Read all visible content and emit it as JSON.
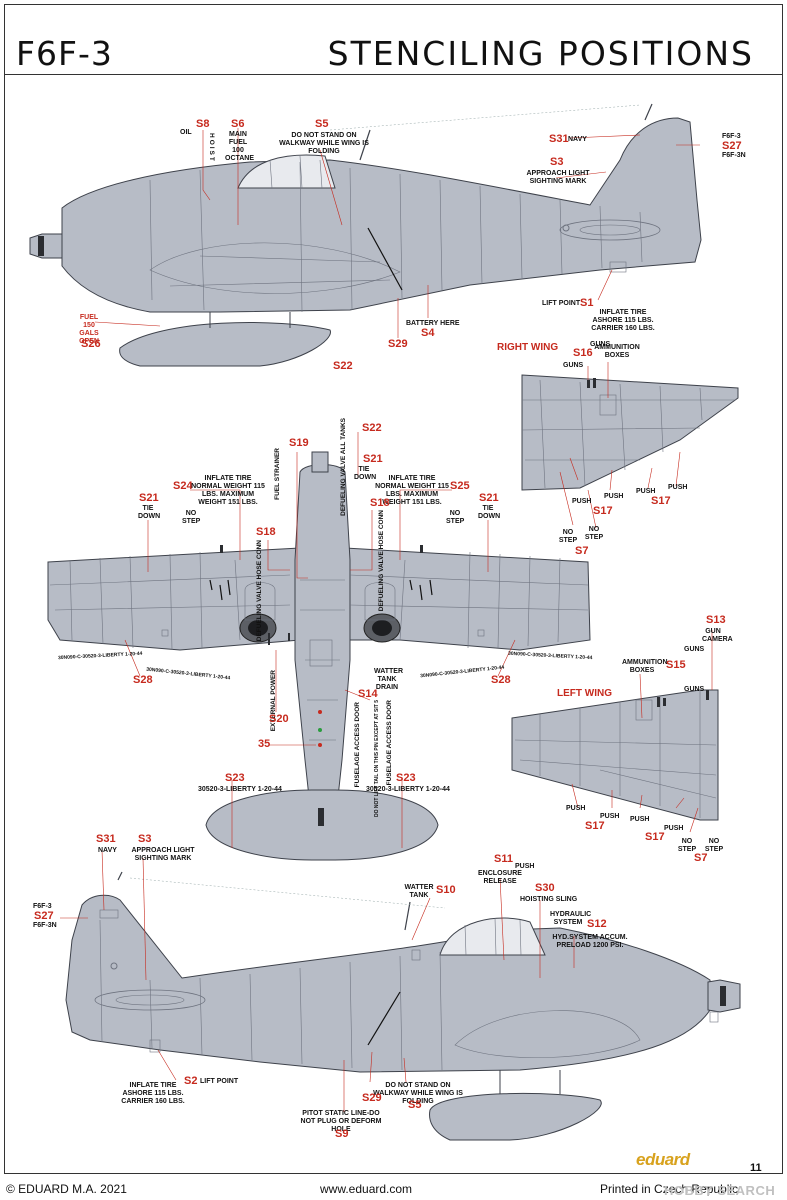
{
  "header": {
    "model": "F6F-3",
    "title": "STENCILING POSITIONS"
  },
  "footer": {
    "copyright": "© EDUARD M.A. 2021",
    "website": "www.eduard.com",
    "printed": "Printed in Czech Republic",
    "page": "11",
    "brand": "eduard",
    "watermark": "HOBBY SEARCH"
  },
  "sections": {
    "right_wing": "RIGHT WING",
    "left_wing": "LEFT WING"
  },
  "colors": {
    "aircraft_gray": "#b7bcc6",
    "panel_line": "#6f7480",
    "code_red": "#c62a1e"
  },
  "top_profile": {
    "s8_code": "S8",
    "oil": "OIL",
    "hoist": "HOIST",
    "s6_code": "S6",
    "main_fuel": "MAIN FUEL 100 OCTANE",
    "s5_code": "S5",
    "walkway": "DO NOT STAND ON WALKWAY WHILE WING IS FOLDING",
    "s31_code": "S31",
    "navy": "NAVY",
    "s3_code": "S3",
    "approach_light": "APPROACH LIGHT SIGHTING MARK",
    "f6f3": "F6F-3",
    "s27_code": "S27",
    "f6f3n": "F6F-3N",
    "fuel_150": "FUEL 150 GALS OPEN",
    "s26_code": "S26",
    "s22_code": "S22",
    "battery": "BATTERY HERE",
    "s4_code": "S4",
    "s29_code": "S29",
    "lift_point": "LIFT POINT",
    "s1_code": "S1",
    "inflate_tire": "INFLATE TIRE ASHORE 115 LBS. CARRIER 160 LBS."
  },
  "right_wing_panel": {
    "guns": "GUNS",
    "s16_code": "S16",
    "ammo_boxes": "AMMUNITION BOXES",
    "push": "PUSH",
    "s17_code": "S17",
    "no_step": "NO STEP",
    "s7_code": "S7"
  },
  "plan_view": {
    "s21_code": "S21",
    "tie_down": "TIE DOWN",
    "s22_code": "S22",
    "defueling_all": "DEFUELING VALVE ALL TANKS",
    "s24_code": "S24",
    "s25_code": "S25",
    "inflate_tire_normal": "INFLATE TIRE NORMAL WEIGHT 115 LBS. MAXIMUM WEIGHT 151 LBS.",
    "s19_code": "S19",
    "fuel_strainer": "FUEL STRAINER",
    "s18_code": "S18",
    "defueling_hose": "DEFUELING VALVE HOSE CONN",
    "no_step": "NO STEP",
    "serial_left": "30N090-C-30520-3-LIBERTY 1-20-44",
    "serial_left2": "30N090-C-30520-3-LIBERTY 1-20-44",
    "serial_right": "30N090-C-30520-3-LIBERTY 1-20-44",
    "serial_right2": "30N090-C-30520-3-LIBERTY 1-20-44",
    "s28_code": "S28",
    "external_power": "EXTERNAL POWER",
    "s20_code": "S20",
    "code_35": "35",
    "fuselage_access": "FUSELAGE ACCESS DOOR",
    "s14_code": "S14",
    "water_tank_drain": "WATTER TANK DRAIN",
    "torque_tail": "FUSELAGE ACCESS DOOR",
    "pin_note": "DO NOT LIFT TAIL ON THIS PIN EXCEPT AT SIT 5",
    "s23_code": "S23",
    "tail_serial": "30520-3-LIBERTY 1-20-44"
  },
  "left_wing_panel": {
    "s13_code": "S13",
    "gun_camera": "GUN CAMERA",
    "guns": "GUNS",
    "ammo_boxes": "AMMUNITION BOXES",
    "s15_code": "S15",
    "push": "PUSH",
    "s17_code": "S17",
    "no_step": "NO STEP",
    "s7_code": "S7"
  },
  "bottom_profile": {
    "s31_code": "S31",
    "navy": "NAVY",
    "s3_code": "S3",
    "approach_light": "APPROACH LIGHT SIGHTING MARK",
    "f6f3": "F6F-3",
    "s27_code": "S27",
    "f6f3n": "F6F-3N",
    "s11_code": "S11",
    "push": "PUSH",
    "enclosure": "ENCLOSURE RELEASE",
    "water_tank": "WATTER TANK",
    "s10_code": "S10",
    "s30_code": "S30",
    "hoisting_sling": "HOISTING SLING",
    "hydraulic": "HYDRAULIC SYSTEM",
    "s12_code": "S12",
    "hyd_accum": "HYD.SYSTEM ACCUM. PRELOAD 1200 PSI.",
    "inflate_tire": "INFLATE TIRE ASHORE 115 LBS. CARRIER 160 LBS.",
    "s2_code": "S2",
    "lift_point": "LIFT POINT",
    "walkway": "DO NOT STAND ON WALKWAY WHILE WING IS FOLDING",
    "s29_code": "S29",
    "s5_code": "S5",
    "pitot": "PITOT STATIC LINE-DO NOT PLUG OR DEFORM HOLE",
    "s9_code": "S9"
  }
}
